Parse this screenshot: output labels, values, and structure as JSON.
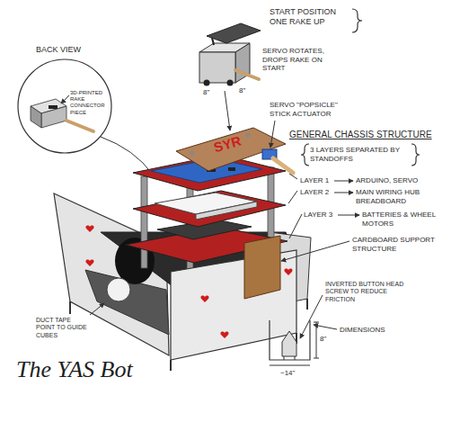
{
  "diagram": {
    "title": "The YAS Bot",
    "labels": [
      "BACK VIEW",
      "3D-PRINTED RAKE CONNECTOR PIECE",
      "START POSITION ONE RAKE UP",
      "SERVO ROTATES, DROPS RAKE ON START",
      "8\"",
      "8\"",
      "SERVO \"POPSICLE\" STICK ACTUATOR",
      "GENERAL CHASSIS STRUCTURE",
      "3 LAYERS SEPARATED BY STANDOFFS",
      "SYR",
      "LAYER 1",
      "ARDUINO, SERVO",
      "LAYER 2",
      "MAIN WIRING HUB BREADBOARD",
      "LAYER 3",
      "BATTERIES & WHEEL MOTORS",
      "CARDBOARD SUPPORT STRUCTURE",
      "INVERTED BUTTON HEAD SCREW TO REDUCE FRICTION",
      "DIMENSIONS",
      "8\"",
      "~14\"",
      "DUCT TAPE POINT TO GUIDE CUBES"
    ]
  }
}
